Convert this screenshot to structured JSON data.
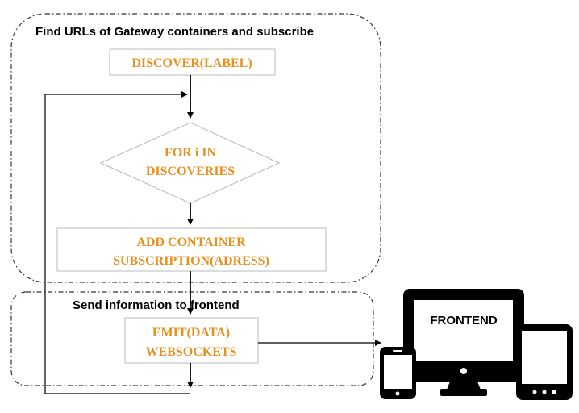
{
  "groups": {
    "discover": {
      "title": "Find URLs of Gateway containers and subscribe"
    },
    "send": {
      "title": "Send information to frontend"
    }
  },
  "nodes": {
    "discover_label": {
      "text": "DISCOVER(LABEL)"
    },
    "for_loop": {
      "lines": [
        "FOR i IN",
        "DISCOVERIES"
      ]
    },
    "add_container": {
      "lines": [
        "ADD CONTAINER",
        "SUBSCRIPTION(ADRESS)"
      ]
    },
    "emit_data": {
      "lines": [
        "EMIT(DATA)",
        "WEBSOCKETS"
      ]
    }
  },
  "frontend": {
    "label": "FRONTEND",
    "icons": [
      "desktop-monitor-icon",
      "smartphone-icon",
      "tablet-icon"
    ]
  },
  "colors": {
    "node_text": "#e8901e",
    "node_border": "#b8b8b8",
    "group_border": "#333333",
    "arrow": "#000000"
  }
}
